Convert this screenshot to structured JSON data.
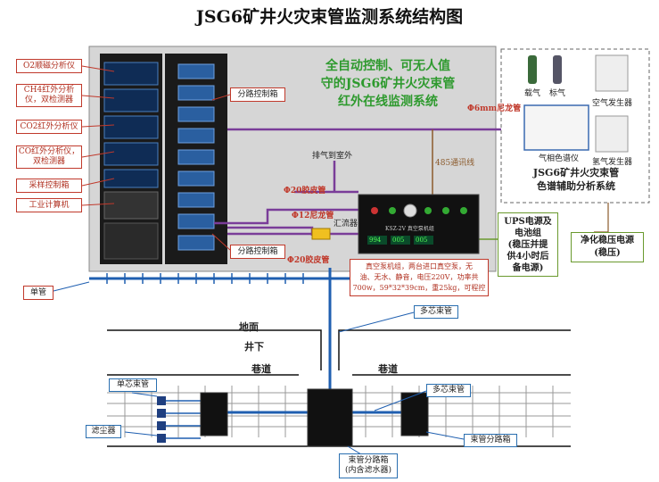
{
  "title": "JSG6矿井火灾束管监测系统结构图",
  "headline": [
    "全自动控制、可无人值",
    "守的JSG6矿井火灾束管",
    "红外在线监测系统"
  ],
  "left_labels": [
    {
      "key": "o2",
      "text": [
        "O2顺磁分析仪"
      ]
    },
    {
      "key": "ch4",
      "text": [
        "CH4红外分析",
        "仪，双检测器"
      ]
    },
    {
      "key": "co2",
      "text": [
        "CO2红外分析仪"
      ]
    },
    {
      "key": "co",
      "text": [
        "CO红外分析仪，",
        "双检测器"
      ]
    },
    {
      "key": "sample",
      "text": [
        "采样控制箱"
      ]
    },
    {
      "key": "ipc",
      "text": [
        "工业计算机"
      ]
    }
  ],
  "labels": {
    "branch_box_top": "分路控制箱",
    "branch_box_bottom": "分路控制箱",
    "exhaust": "排气到室外",
    "comm485": "485通讯线",
    "phi6": "Φ6mm尼龙管",
    "phi20_a": "Φ20胶皮管",
    "phi12": "Φ12尼龙管",
    "manifold": "汇流器",
    "phi20_b": "Φ20胶皮管",
    "single_tube": "单管",
    "multi_tube": "多芯束管",
    "ground": "地面",
    "underground": "井下",
    "tunnel_left": "巷道",
    "tunnel_right": "巷道",
    "single_core": "单芯束管",
    "filter": "滤尘器",
    "multi_core": "多芯束管",
    "branch_bottom": [
      "束管分路箱",
      "(内含滤水器)"
    ],
    "branch_right": "束管分路箱"
  },
  "pump_desc": [
    "真空泵机组，两台进口真空泵，无",
    "油、无水、静音，电压220V，功率共",
    "700w，59*32*39cm，重25kg，可程控"
  ],
  "pump_panel": {
    "model": "KSZ-2V 真空泵机组",
    "readouts": [
      "994",
      "005",
      "005"
    ]
  },
  "ups": [
    "UPS电源及",
    "电池组",
    "(稳压并提",
    "供4小时后",
    "备电源)"
  ],
  "regulated": [
    "净化稳压电源",
    "(稳压)"
  ],
  "gc": {
    "carrier": "载气",
    "std": "标气",
    "air_gen": "空气发生器",
    "gc_label": "气相色谱仪",
    "h2_gen": "氢气发生器",
    "system": [
      "JSG6矿井火灾束管",
      "色谱辅助分析系统"
    ]
  },
  "colors": {
    "purple": "#7a3d99",
    "blue": "#1f5fb0",
    "red": "#c0392b",
    "green": "#6a9a2e",
    "brown": "#8b5a2b",
    "panel": "#d6d6d6"
  }
}
